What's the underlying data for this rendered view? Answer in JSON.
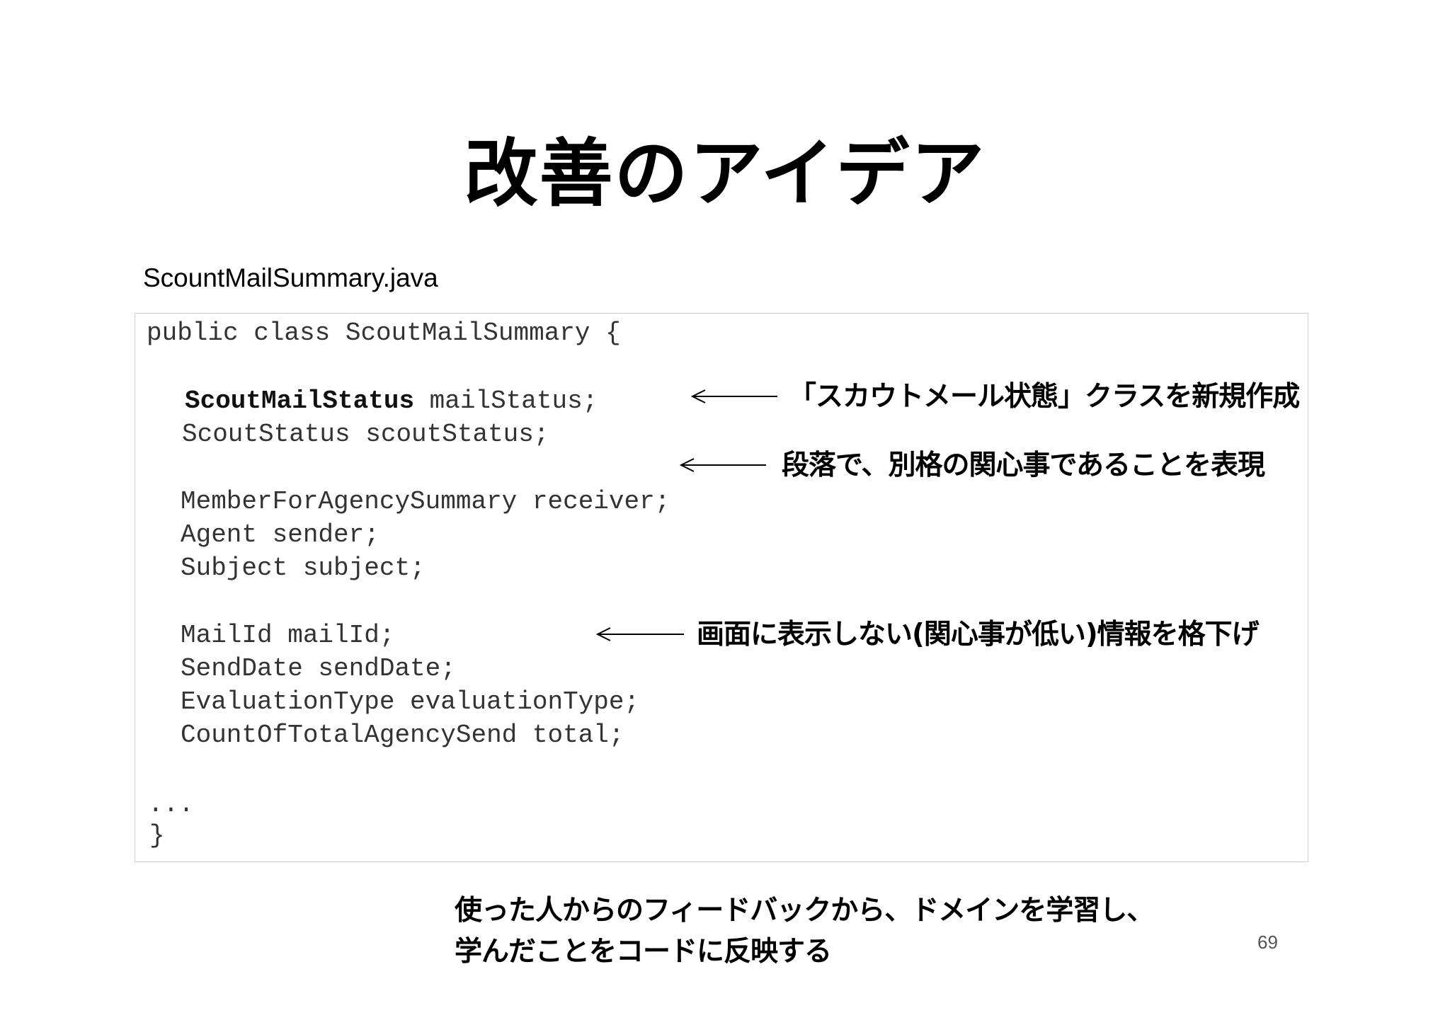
{
  "slide": {
    "title": "改善のアイデア",
    "filename": "ScountMailSummary.java",
    "code": {
      "class_open": "public class ScoutMailSummary {",
      "mail_status_type": "ScoutMailStatus",
      "mail_status_field": " mailStatus;",
      "scout_status": "ScoutStatus scoutStatus;",
      "receiver": "MemberForAgencySummary receiver;",
      "sender": "Agent sender;",
      "subject": "Subject subject;",
      "mail_id": "MailId mailId;",
      "send_date": "SendDate sendDate;",
      "evaluation_type": "EvaluationType evaluationType;",
      "total": "CountOfTotalAgencySend total;",
      "ellipsis": "...",
      "class_close": "}"
    },
    "annotations": [
      "「スカウトメール状態」クラスを新規作成",
      "段落で、別格の関心事であることを表現",
      "画面に表示しない(関心事が低い)情報を格下げ"
    ],
    "summary": [
      "使った人からのフィードバックから、ドメインを学習し、",
      "学んだことをコードに反映する"
    ],
    "page_number": "69"
  }
}
